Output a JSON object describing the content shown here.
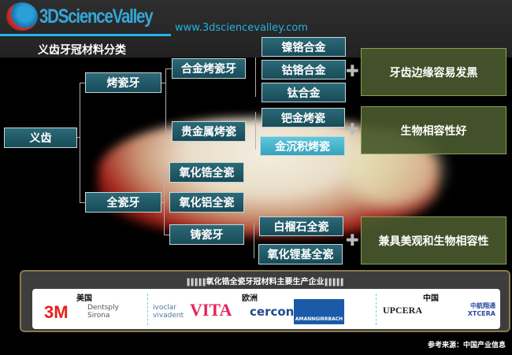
{
  "header": {
    "logo": "3DScienceValley",
    "url": "www.3dsciencevalley.com",
    "title": "义齿牙冠材料分类"
  },
  "tree": {
    "root": "义齿",
    "level1": [
      "烤瓷牙",
      "全瓷牙"
    ],
    "level2": [
      "合金烤瓷牙",
      "贵金属烤瓷",
      "氧化锆全瓷",
      "氧化铝全瓷",
      "铸瓷牙"
    ],
    "level3": [
      "镍铬合金",
      "钴铬合金",
      "钛合金",
      "钯金烤瓷",
      "金沉积烤瓷",
      "白榴石全瓷",
      "氧化锂基全瓷"
    ],
    "notes": [
      "牙齿边缘容易发黑",
      "生物相容性好",
      "兼具美观和生物相容性"
    ]
  },
  "companies": {
    "title": "氧化锆全瓷牙冠材料主要生产企业",
    "regions": [
      "美国",
      "欧洲",
      "中国"
    ],
    "logos": [
      "3M",
      "Dentsply Sirona",
      "ivoclar vivadent",
      "VITA",
      "cercon",
      "AMANNGIRRBACH",
      "UPCERA",
      "中航翔通 XTCERA"
    ]
  },
  "source": "参考来源：中国产业信息"
}
